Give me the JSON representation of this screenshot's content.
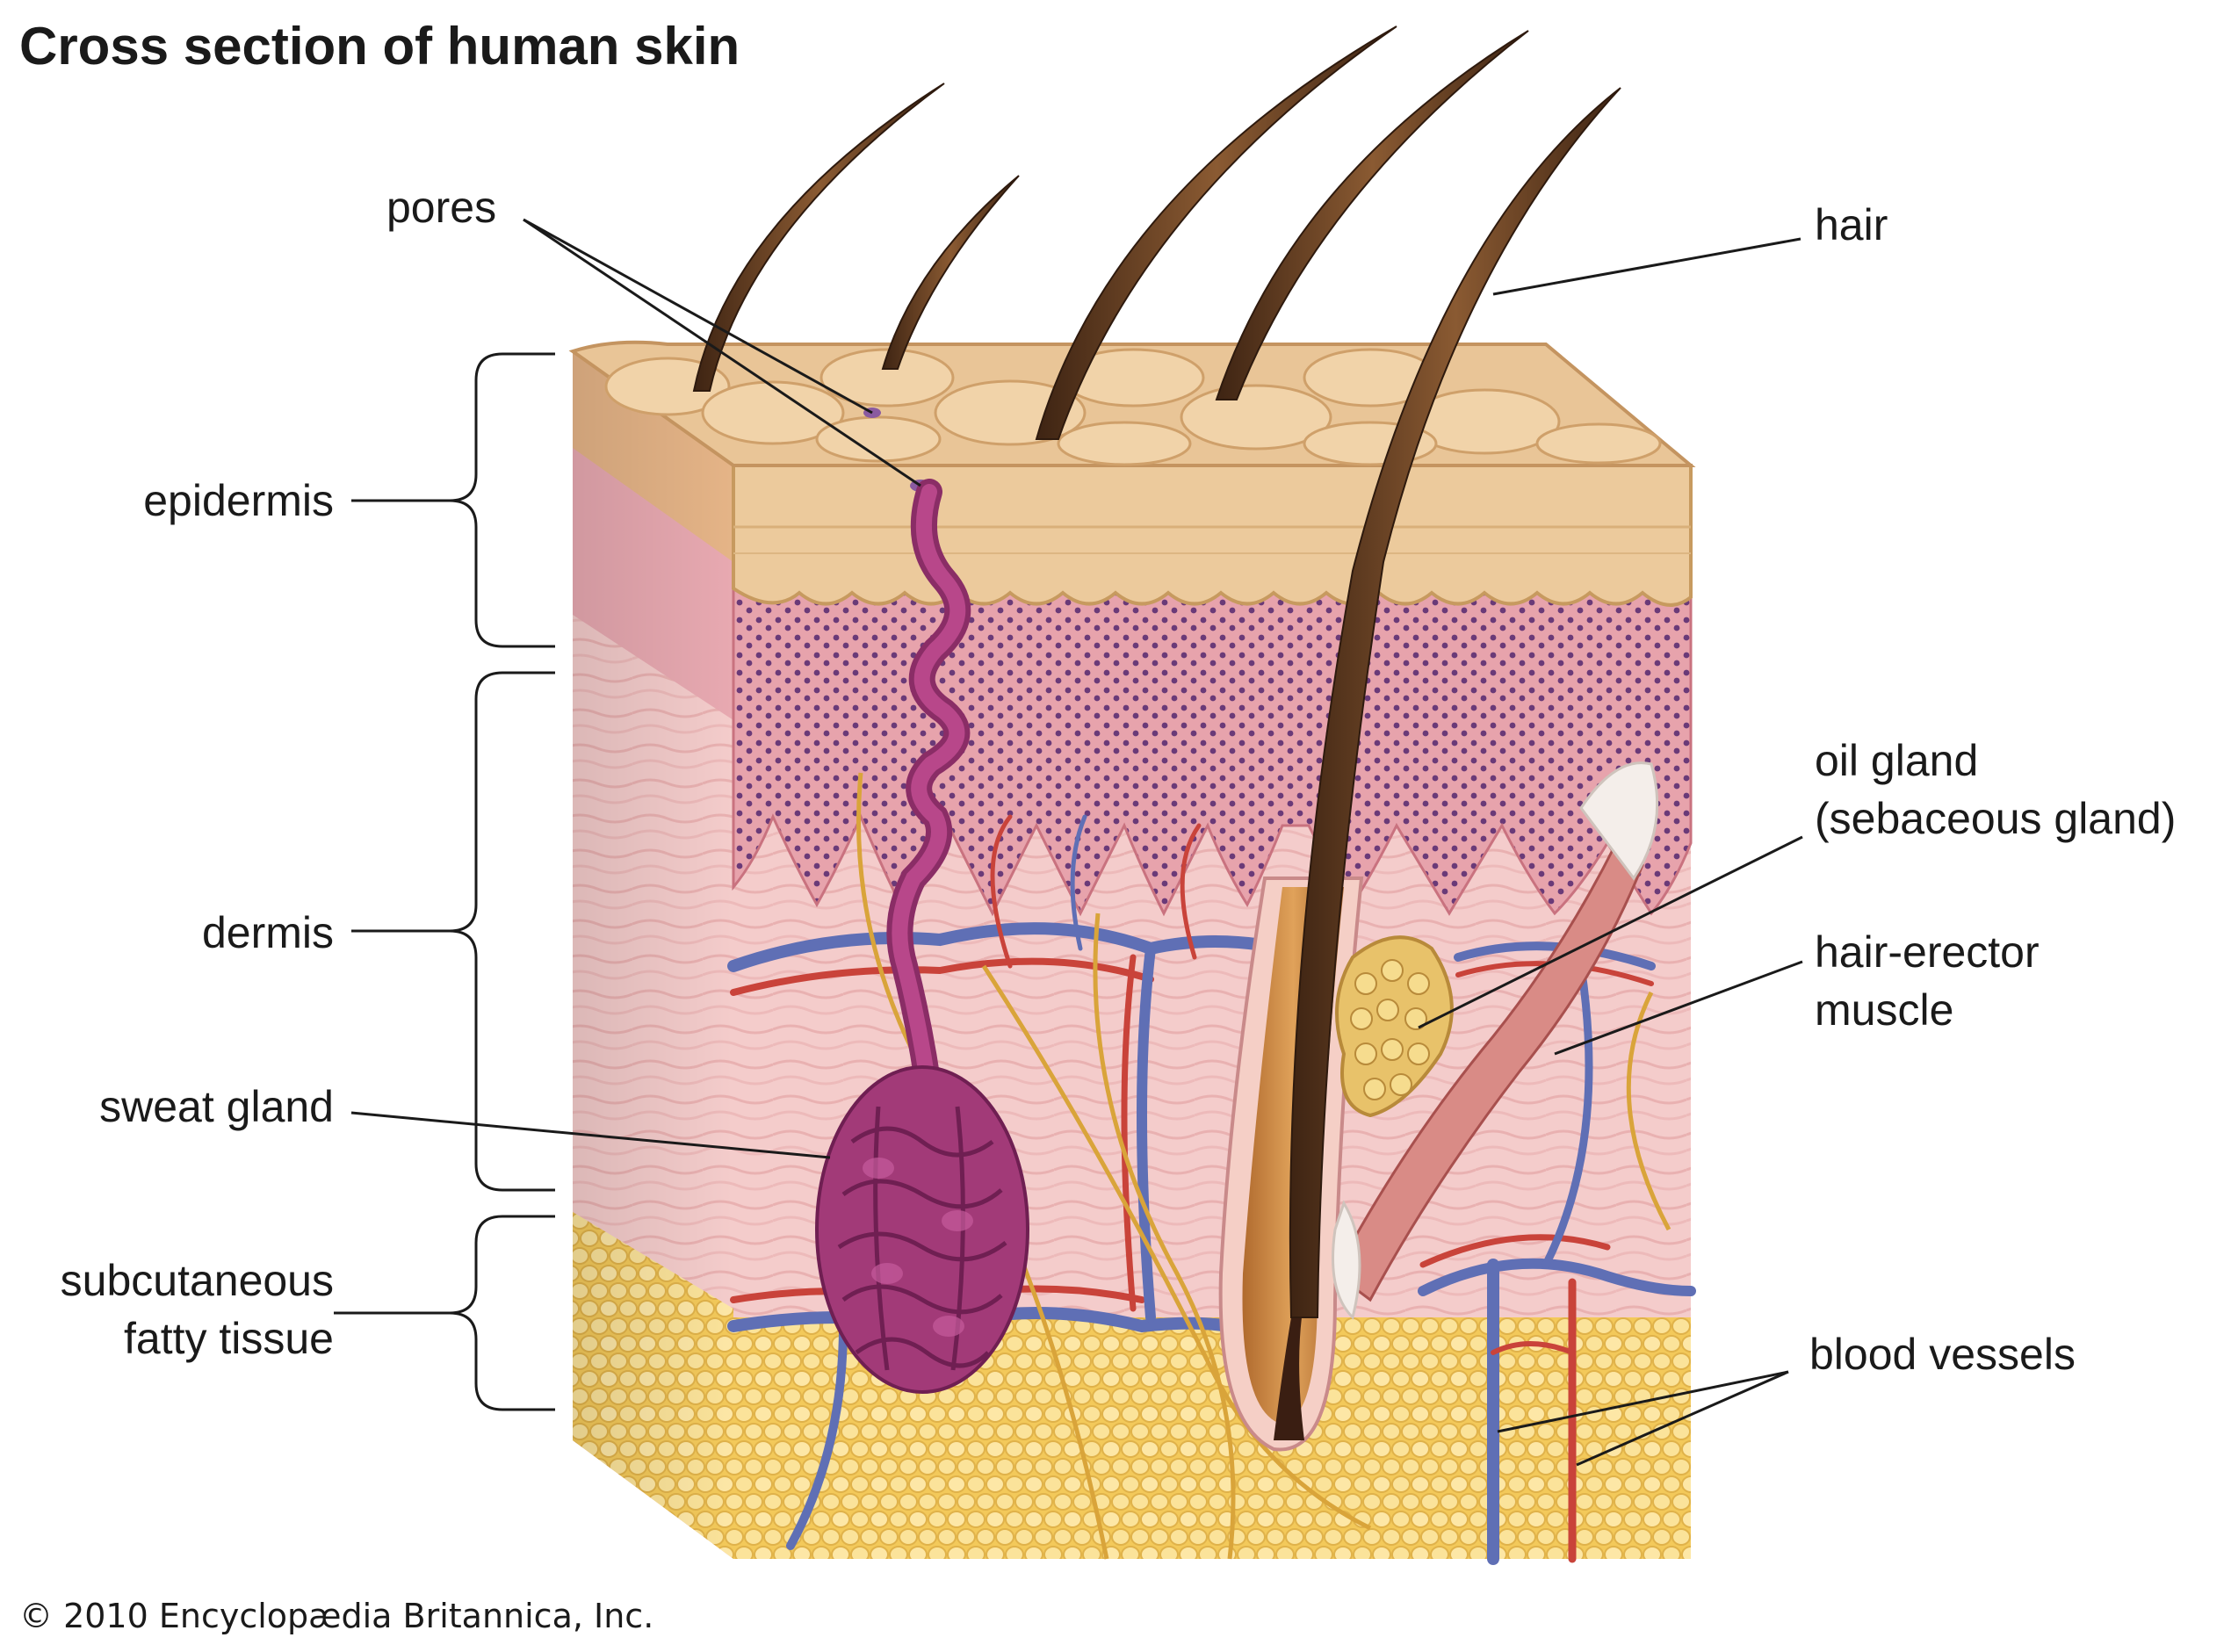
{
  "title": "Cross section of human skin",
  "labels": {
    "pores": "pores",
    "hair": "hair",
    "epidermis": "epidermis",
    "dermis": "dermis",
    "sweat_gland": "sweat gland",
    "subcutaneous_line1": "subcutaneous",
    "subcutaneous_line2": "fatty tissue",
    "oil_gland_line1": "oil gland",
    "oil_gland_line2": "(sebaceous gland)",
    "hair_erector_line1": "hair-erector",
    "hair_erector_line2": "muscle",
    "blood_vessels": "blood vessels"
  },
  "credit": "© 2010 Encyclopædia Britannica, Inc.",
  "colors": {
    "epidermis_surface": "#e7bf93",
    "dermis_pink": "#f2c4c4",
    "dermis_dark": "#d9868f",
    "fat_yellow": "#f6d26a",
    "hair_brown": "#6b3f22",
    "sweat_gland_purple": "#a23a78",
    "vein_blue": "#5f6fb5",
    "artery_red": "#c9433a",
    "nerve_yellow": "#d9a43a"
  }
}
